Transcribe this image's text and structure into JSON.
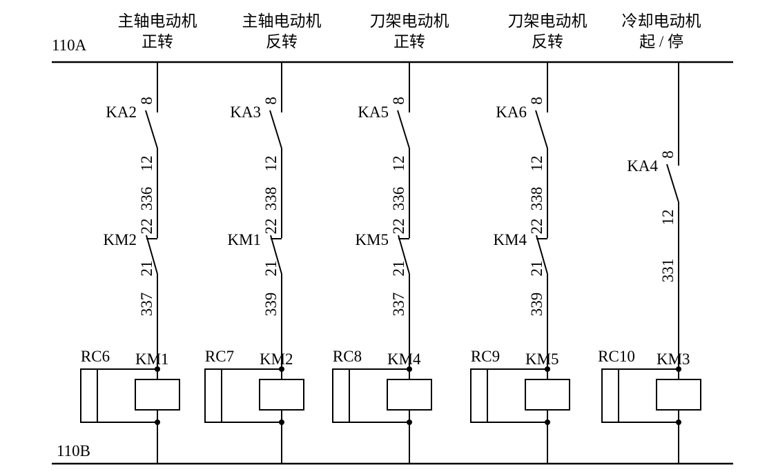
{
  "diagram_title": "contactor-control-ladder-diagram",
  "rails": {
    "top_label": "110A",
    "bottom_label": "110B"
  },
  "columns": [
    {
      "header1": "主轴电动机",
      "header2": "正转",
      "ka_label": "KA2",
      "ka_top_terminal": "8",
      "ka_bottom_terminal": "12",
      "wire_upper": "336",
      "km_top_terminal": "22",
      "km_label": "KM2",
      "km_bottom_terminal": "21",
      "wire_lower": "337",
      "rc_label": "RC6",
      "coil_label": "KM1"
    },
    {
      "header1": "主轴电动机",
      "header2": "反转",
      "ka_label": "KA3",
      "ka_top_terminal": "8",
      "ka_bottom_terminal": "12",
      "wire_upper": "338",
      "km_top_terminal": "22",
      "km_label": "KM1",
      "km_bottom_terminal": "21",
      "wire_lower": "339",
      "rc_label": "RC7",
      "coil_label": "KM2"
    },
    {
      "header1": "刀架电动机",
      "header2": "正转",
      "ka_label": "KA5",
      "ka_top_terminal": "8",
      "ka_bottom_terminal": "12",
      "wire_upper": "336",
      "km_top_terminal": "22",
      "km_label": "KM5",
      "km_bottom_terminal": "21",
      "wire_lower": "337",
      "rc_label": "RC8",
      "coil_label": "KM4"
    },
    {
      "header1": "刀架电动机",
      "header2": "反转",
      "ka_label": "KA6",
      "ka_top_terminal": "8",
      "ka_bottom_terminal": "12",
      "wire_upper": "338",
      "km_top_terminal": "22",
      "km_label": "KM4",
      "km_bottom_terminal": "21",
      "wire_lower": "339",
      "rc_label": "RC9",
      "coil_label": "KM5"
    },
    {
      "header1": "冷却电动机",
      "header2": "起 / 停",
      "ka_label": "KA4",
      "ka_top_terminal": "8",
      "ka_bottom_terminal": "12",
      "wire_upper": "331",
      "rc_label": "RC10",
      "coil_label": "KM3"
    }
  ]
}
